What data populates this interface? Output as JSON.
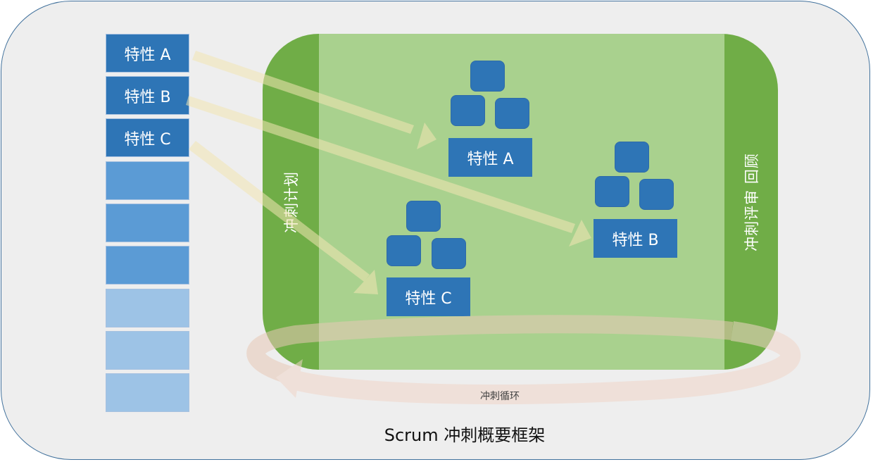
{
  "title": "Scrum 冲刺概要框架",
  "colors": {
    "frame_border": "#41719c",
    "frame_fill": "#eeeeee",
    "backlog_dark": "#2e75b6",
    "backlog_mid": "#5b9bd5",
    "backlog_light": "#9dc3e6",
    "sprint_edge": "#70ad47",
    "sprint_center": "#a9d18e",
    "arrow": "#f2e5b3",
    "cycle": "#f1d6c8"
  },
  "backlog": {
    "items": [
      {
        "label": "特性 A",
        "shade": "dark"
      },
      {
        "label": "特性 B",
        "shade": "dark"
      },
      {
        "label": "特性 C",
        "shade": "dark"
      },
      {
        "label": "",
        "shade": "mid"
      },
      {
        "label": "",
        "shade": "mid"
      },
      {
        "label": "",
        "shade": "mid"
      },
      {
        "label": "",
        "shade": "light"
      },
      {
        "label": "",
        "shade": "light"
      },
      {
        "label": "",
        "shade": "light"
      }
    ]
  },
  "sprint": {
    "planning_label": "冲刺计划",
    "review_label": "冲刺评审 回顾",
    "features": [
      {
        "label": "特性 A"
      },
      {
        "label": "特性 B"
      },
      {
        "label": "特性 C"
      }
    ],
    "cycle_label": "冲刺循环"
  }
}
